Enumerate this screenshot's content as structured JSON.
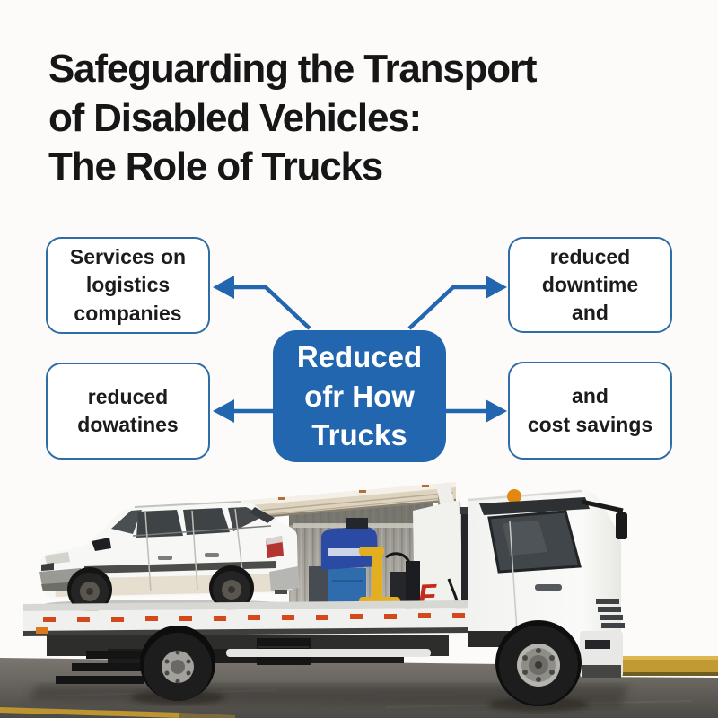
{
  "title": {
    "lines": [
      "Safeguarding the Transport",
      "of Disabled Vehicles:",
      "The Role of Trucks"
    ]
  },
  "diagram": {
    "center_box": {
      "lines": [
        "Reduced",
        "ofr How",
        "Trucks"
      ]
    },
    "boxes": {
      "top_left": {
        "lines": [
          "Services on",
          "logistics",
          "companies"
        ]
      },
      "top_right": {
        "lines": [
          "reduced",
          "downtime",
          "and"
        ]
      },
      "bottom_left": {
        "lines": [
          "reduced",
          "dowatines"
        ]
      },
      "bottom_right": {
        "lines": [
          "and",
          "cost savings"
        ]
      }
    }
  },
  "photo": {
    "name": "flatbed-tow-truck-carrying-disabled-car-photo",
    "truck_logo_letter": "F"
  },
  "colors": {
    "accent_blue": "#2166ae",
    "box_border": "#2e6da8",
    "title_color": "#161616",
    "box_text": "#1c1c1e",
    "center_text": "#ffffff",
    "page_bg": "#fcfbf9",
    "beacon_orange": "#e08812",
    "reflector_red": "#d3491b",
    "machine_blue": "#2b4aa4",
    "machine_light_blue": "#2f6cae",
    "frame_yellow": "#e3ae1f",
    "curb_yellow": "#c29a33",
    "taillight_red": "#b33630",
    "asphalt_dark": "#4c4a46"
  }
}
